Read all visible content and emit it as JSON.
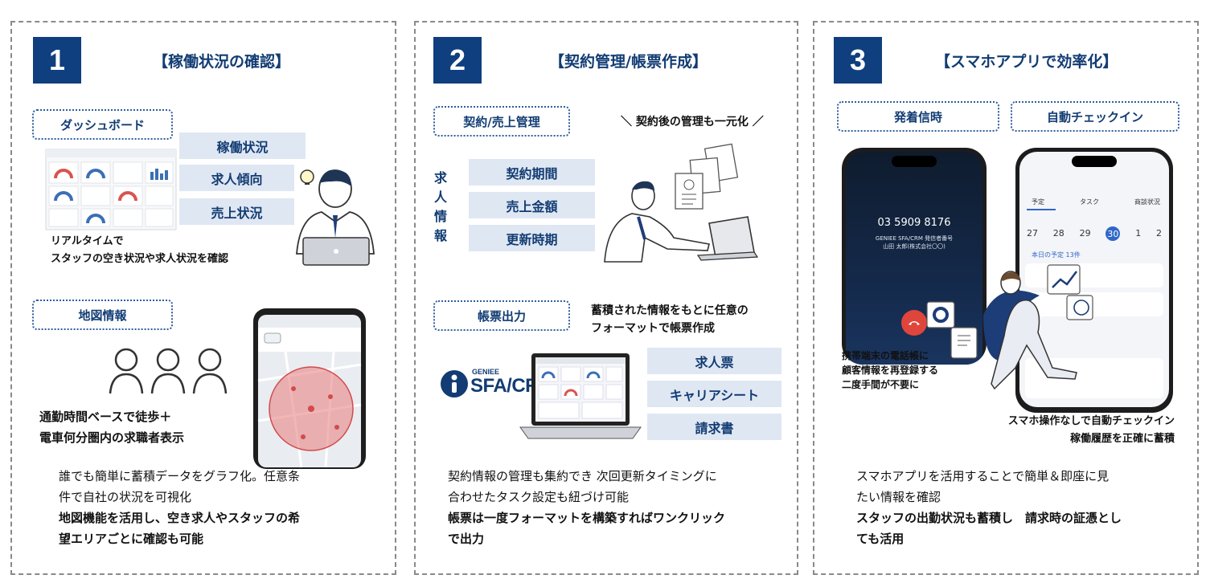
{
  "panels": [
    {
      "number": "1",
      "title": "【稼働状況の確認】",
      "dashboard_tag": "ダッシュボード",
      "chips": [
        "稼働状況",
        "求人傾向",
        "売上状況"
      ],
      "caption_realtime": [
        "リアルタイムで",
        "スタッフの空き状況や求人状況を確認"
      ],
      "map_tag": "地図情報",
      "caption_commute": [
        "通勤時間ベースで徒歩＋",
        "電車何分圏内の求職者表示"
      ],
      "body_normal": [
        "誰でも簡単に蓄積データをグラフ化。任意条",
        "件で自社の状況を可視化"
      ],
      "body_bold": [
        "地図機能を活用し、空き求人やスタッフの希",
        "望エリアごとに確認も可能"
      ]
    },
    {
      "number": "2",
      "title": "【契約管理/帳票作成】",
      "contract_tag": "契約/売上管理",
      "unified_note": "＼ 契約後の管理も一元化 ／",
      "vertical_label": [
        "求",
        "人",
        "情",
        "報"
      ],
      "chips": [
        "契約期間",
        "売上金額",
        "更新時期"
      ],
      "output_tag": "帳票出力",
      "output_caption": [
        "蓄積された情報をもとに任意の",
        "フォーマットで帳票作成"
      ],
      "logo_small": "GENIEE",
      "logo_main": "SFA/CRM",
      "doc_chips": [
        "求人票",
        "キャリアシート",
        "請求書"
      ],
      "body_normal": [
        "契約情報の管理も集約でき 次回更新タイミングに",
        "合わせたタスク設定も紐づけ可能"
      ],
      "body_bold": [
        "帳票は一度フォーマットを構築すればワンクリック",
        "で出力"
      ]
    },
    {
      "number": "3",
      "title": "【スマホアプリで効率化】",
      "tag_call": "発着信時",
      "tag_checkin": "自動チェックイン",
      "phone_number": "03 5909 8176",
      "caller_line1": "GENIEE SFA/CRM 発信者番号",
      "caller_line2": "山田 太郎(株式会社〇〇)",
      "calendar_tabs": [
        "予定",
        "タスク",
        "商談状況"
      ],
      "calendar_days": [
        "27",
        "28",
        "29",
        "30",
        "1",
        "2"
      ],
      "today_label": "本日の予定 13件",
      "caption_call": [
        "携帯端末の電話帳に",
        "顧客情報を再登録する",
        "二度手間が不要に"
      ],
      "caption_checkin": [
        "スマホ操作なしで自動チェックイン",
        "稼働履歴を正確に蓄積"
      ],
      "body_normal": [
        "スマホアプリを活用することで簡単＆即座に見",
        "たい情報を確認"
      ],
      "body_bold": [
        "スタッフの出勤状況も蓄積し　請求時の証憑とし",
        "ても活用"
      ]
    }
  ],
  "colors": {
    "navy": "#0f3f7e",
    "chip_bg": "#dfe7f3",
    "map_circle": "#e87a7a"
  }
}
